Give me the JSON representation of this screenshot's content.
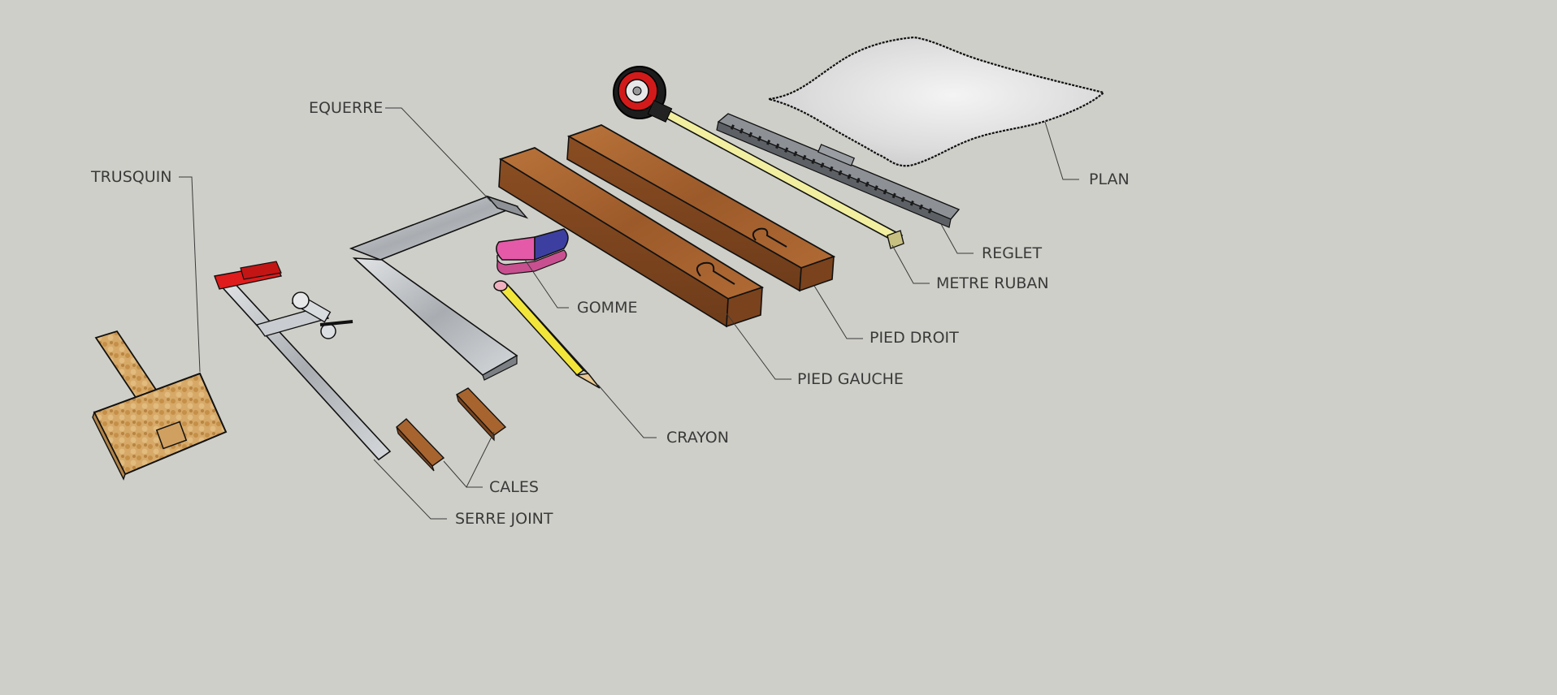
{
  "labels": {
    "trusquin": "TRUSQUIN",
    "equerre": "EQUERRE",
    "gomme": "GOMME",
    "crayon": "CRAYON",
    "cales": "CALES",
    "serre_joint": "SERRE JOINT",
    "pied_gauche": "PIED GAUCHE",
    "pied_droit": "PIED DROIT",
    "metre_ruban": "METRE RUBAN",
    "reglet": "REGLET",
    "plan": "PLAN"
  },
  "colors": {
    "background": "#cfcfc9",
    "wood": "#a0602e",
    "clamp_red": "#e01b1b",
    "tape_yellow": "#f2f0a0",
    "eraser_pink": "#e45aa8",
    "eraser_blue": "#3d3fa0"
  }
}
